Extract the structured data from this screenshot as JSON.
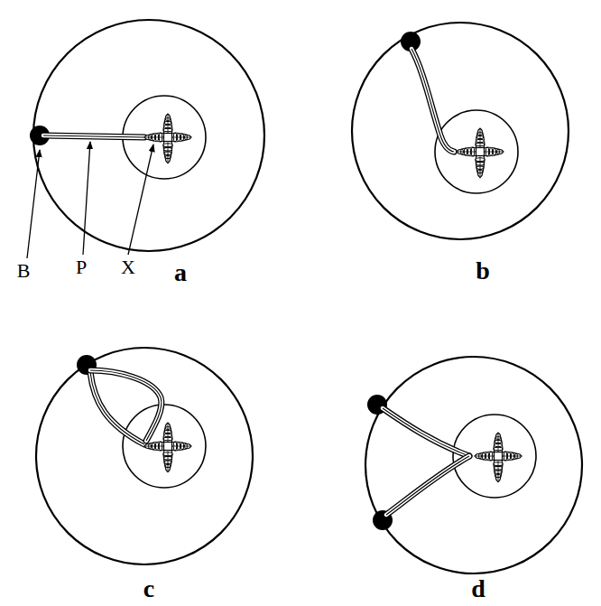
{
  "diagram": {
    "labels": [
      "B",
      "P",
      "X",
      "a",
      "b",
      "c",
      "d"
    ]
  }
}
